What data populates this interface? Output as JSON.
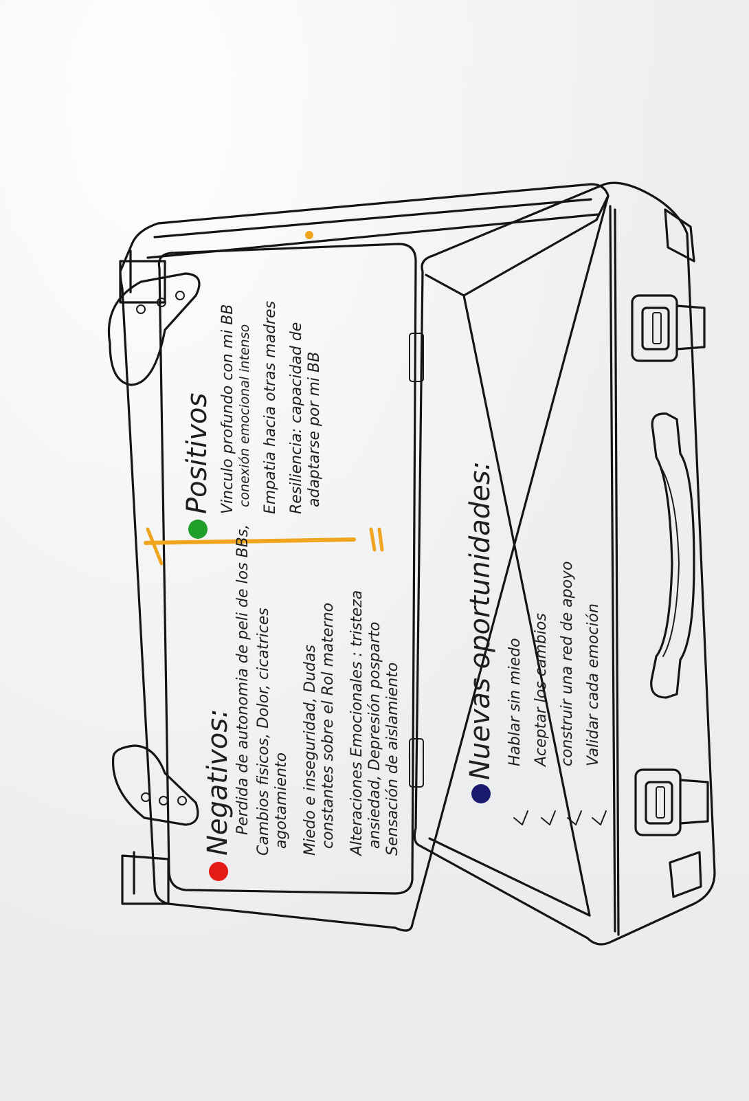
{
  "negativos": {
    "title": "Negativos:",
    "color": "#e41b17",
    "lines": [
      "Perdida de autonomia de peli de los BBs,",
      "Cambios fisicos, Dolor, cicatrices",
      "agotamiento",
      "Miedo e inseguridad, Dudas",
      "constantes sobre el Rol materno",
      "Alteraciones Emocionales : tristeza",
      "ansiedad, Depresión posparto",
      "Sensación de aislamiento"
    ]
  },
  "positivos": {
    "title": "Positivos",
    "color": "#1f9e2a",
    "lines": [
      "Vinculo profundo con mi BB",
      "conexión emocional intenso",
      "Empatia hacia otras madres",
      "Resiliencia: capacidad de",
      "adaptarse por mi BB"
    ]
  },
  "oportunidades": {
    "title": "Nuevas oportunidades:",
    "color": "#1a1a6e",
    "lines": [
      "Hablar sin miedo",
      "Aceptar los cambios",
      "construir una red de apoyo",
      "Validar cada emoción"
    ]
  },
  "accent_color": "#f0a51e"
}
